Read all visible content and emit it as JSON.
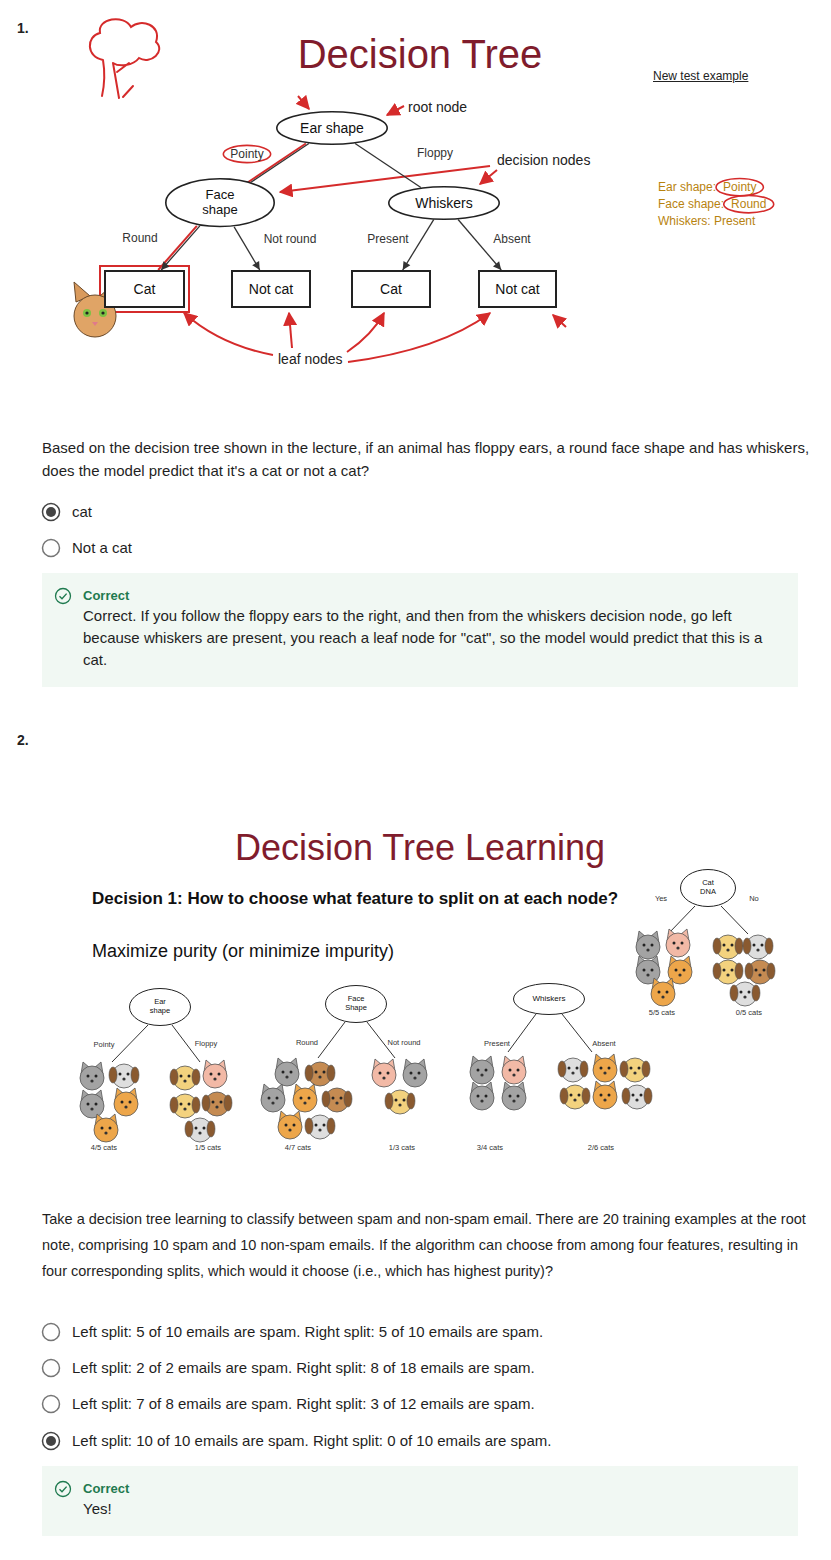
{
  "diagram": {
    "nodes": [
      {
        "text": [
          "Ear shape"
        ]
      },
      {
        "text": [
          "Face shape"
        ]
      },
      {
        "text": [
          "Whiskers"
        ]
      },
      {
        "text": [
          "Cat"
        ]
      },
      {
        "text": [
          "Not cat"
        ]
      },
      {
        "text": [
          "Cat"
        ]
      },
      {
        "text": [
          "Not cat"
        ]
      },
      {
        "text": [
          "Correct",
          "Correct. If you follow the floppy ears to the right, and then from the whiskers decision node, go left because whiskers are present, you reach a leaf node for \"cat\", so the model would predict that this is a cat."
        ]
      },
      {
        "text": [
          "Cat DNA"
        ]
      },
      {
        "text": [
          "Ear shape"
        ]
      },
      {
        "text": [
          "Face Shape"
        ]
      },
      {
        "text": [
          "Whiskers"
        ]
      },
      {
        "text": [
          "Correct",
          "Yes!"
        ]
      }
    ],
    "edges": [
      {
        "from": 0,
        "to": 1,
        "arrow": "none",
        "label": "Pointy"
      },
      {
        "from": 0,
        "to": 2,
        "arrow": "none",
        "label": "Floppy"
      },
      {
        "from": 1,
        "to": 3,
        "arrow": "to",
        "label": "Round"
      },
      {
        "from": 1,
        "to": 4,
        "arrow": "to",
        "label": "Not round"
      },
      {
        "from": 2,
        "to": 5,
        "arrow": "to",
        "label": "Present"
      },
      {
        "from": 2,
        "to": 6,
        "arrow": "to",
        "label": "Absent"
      }
    ],
    "labels": [
      "1.",
      "Decision Tree",
      "root node",
      "decision nodes",
      "leaf nodes",
      "New test example",
      "Ear shape:",
      "Pointy",
      "Face shape:",
      "Round",
      "Whiskers: Present",
      "Based on the decision tree shown in the lecture, if an animal has floppy ears, a round face shape and has whiskers, does the model predict that it's a cat or not a cat?",
      "cat",
      "Not a cat",
      "2.",
      "Decision Tree Learning",
      "Decision 1: How to choose what feature to split on at each node?",
      "Maximize purity (or minimize impurity)",
      "Yes",
      "No",
      "5/5 cats",
      "0/5 cats",
      "Pointy",
      "Floppy",
      "Round",
      "Not round",
      "Present",
      "Absent",
      "4/5 cats",
      "1/5 cats",
      "4/7 cats",
      "1/3 cats",
      "3/4 cats",
      "2/6 cats",
      "Take a decision tree learning to classify between spam and non-spam email. There are 20 training examples at the root note, comprising 10 spam and 10 non-spam emails. If the algorithm can choose from among four features, resulting in four corresponding splits, which would it choose (i.e., which has highest purity)?",
      "Left split: 5 of 10 emails are spam. Right split: 5 of 10 emails are spam.",
      "Left split: 2 of 2 emails are spam. Right split: 8 of 18 emails are spam.",
      "Left split: 7 of 8 emails are spam. Right split: 3 of 12 emails are spam.",
      "Left split: 10 of 10 emails are spam. Right split: 0 of 10 emails are spam."
    ]
  }
}
